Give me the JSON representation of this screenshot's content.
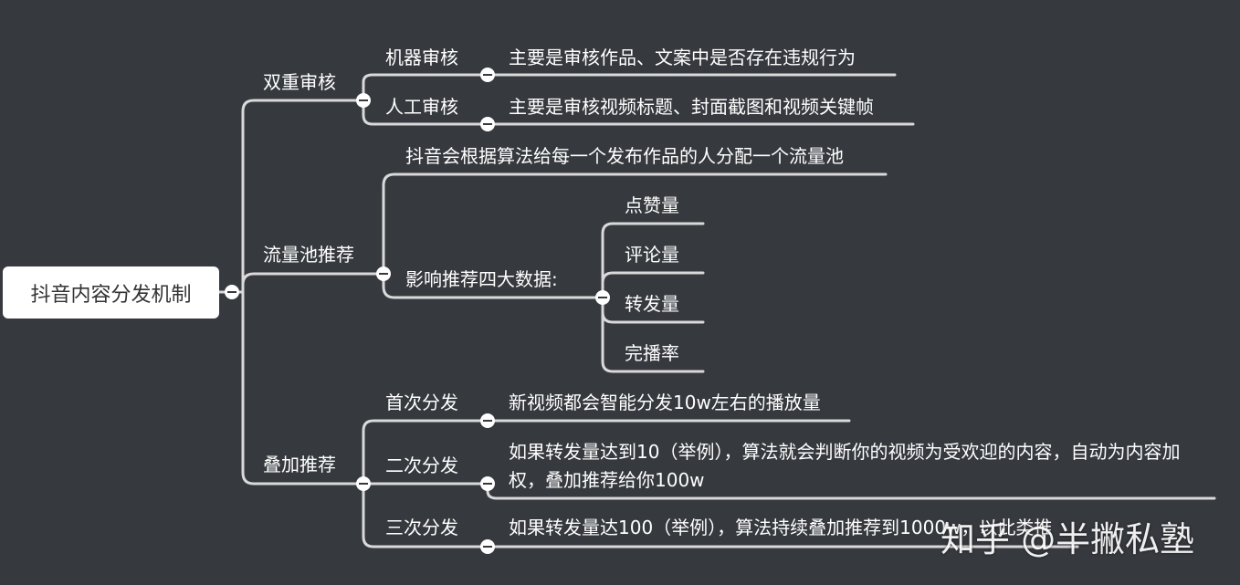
{
  "root": "抖音内容分发机制",
  "branches": [
    {
      "label": "双重审核",
      "children": [
        {
          "label": "机器审核",
          "detail": "主要是审核作品、文案中是否存在违规行为"
        },
        {
          "label": "人工审核",
          "detail": "主要是审核视频标题、封面截图和视频关键帧"
        }
      ]
    },
    {
      "label": "流量池推荐",
      "children": [
        {
          "label": "抖音会根据算法给每一个发布作品的人分配一个流量池"
        },
        {
          "label": "影响推荐四大数据:",
          "children": [
            {
              "label": "点赞量"
            },
            {
              "label": "评论量"
            },
            {
              "label": "转发量"
            },
            {
              "label": "完播率"
            }
          ]
        }
      ]
    },
    {
      "label": "叠加推荐",
      "children": [
        {
          "label": "首次分发",
          "detail": "新视频都会智能分发10w左右的播放量"
        },
        {
          "label": "二次分发",
          "detail": "如果转发量达到10（举例），算法就会判断你的视频为受欢迎的内容，自动为内容加权，叠加推荐给你100w"
        },
        {
          "label": "三次分发",
          "detail": "如果转发量达100（举例），算法持续叠加推荐到1000w，以此类推"
        }
      ]
    }
  ],
  "watermark": "知乎 @半撇私塾",
  "colors": {
    "background": "#36393e",
    "line": "#d9d9d9",
    "text": "#ffffff",
    "root_fill": "#ffffff",
    "root_text": "#333333"
  }
}
